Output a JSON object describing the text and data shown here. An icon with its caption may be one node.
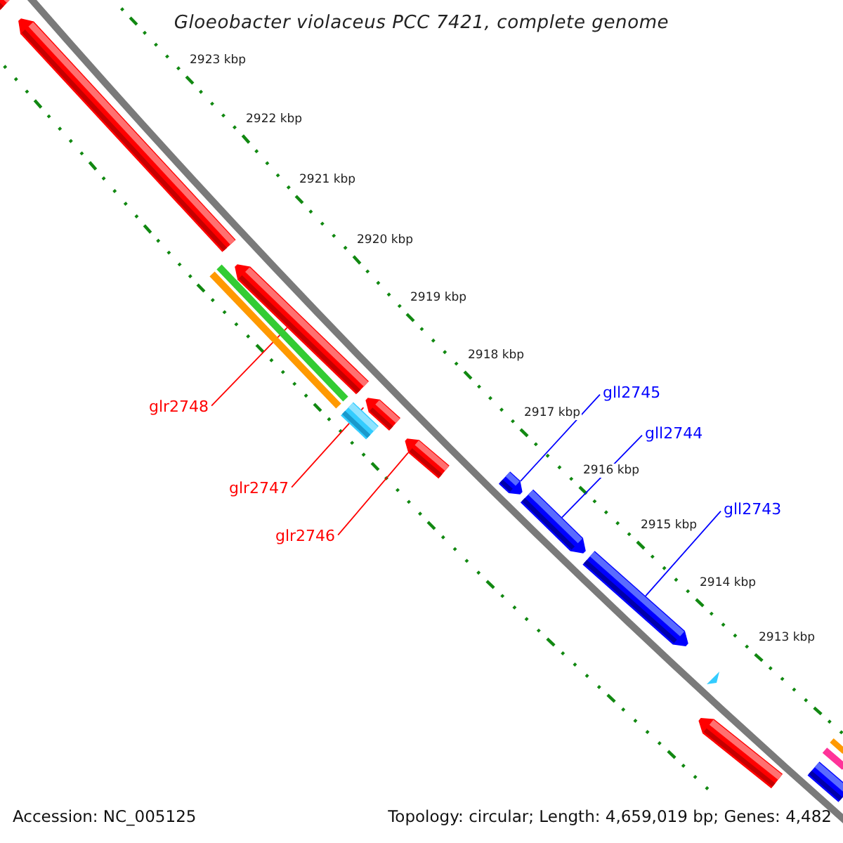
{
  "diagram": {
    "title": "Gloeobacter violaceus PCC 7421, complete genome",
    "nodes": [
      {
        "text": [
          "gll2745"
        ]
      },
      {
        "text": [
          "glr2748"
        ]
      },
      {
        "text": [
          "gll2744"
        ]
      },
      {
        "text": [
          "glr2747"
        ]
      },
      {
        "text": [
          "gll2743"
        ]
      },
      {
        "text": [
          "glr2746"
        ]
      },
      {
        "text": [],
        "shape": "bar"
      },
      {
        "text": [],
        "shape": "bar"
      },
      {
        "text": [],
        "shape": "bar"
      },
      {
        "text": [],
        "shape": "bar"
      },
      {
        "text": [],
        "shape": "bar"
      },
      {
        "text": [],
        "shape": "bar"
      },
      {
        "text": [],
        "shape": "bar"
      },
      {
        "text": [],
        "shape": "bar"
      },
      {
        "text": [],
        "shape": "bar"
      },
      {
        "text": [],
        "shape": "bar"
      },
      {
        "text": [],
        "shape": "bar"
      },
      {
        "text": [],
        "shape": "triangle"
      },
      {
        "text": [],
        "shape": "bar"
      },
      {
        "text": [],
        "shape": "bar"
      },
      {
        "text": [],
        "shape": "bar"
      },
      {
        "text": [],
        "shape": "bar"
      }
    ],
    "edges": [
      {
        "from": 0,
        "to": 14,
        "arrow": "none",
        "color": "#0000ff"
      },
      {
        "from": 1,
        "to": 8,
        "arrow": "none",
        "color": "#ff0000"
      },
      {
        "from": 2,
        "to": 15,
        "arrow": "none",
        "color": "#0000ff"
      },
      {
        "from": 3,
        "to": 11,
        "arrow": "none",
        "color": "#ff0000"
      },
      {
        "from": 4,
        "to": 16,
        "arrow": "none",
        "color": "#0000ff"
      },
      {
        "from": 5,
        "to": 13,
        "arrow": "none",
        "color": "#ff0000"
      }
    ],
    "labels": [
      "2923 kbp",
      "2922 kbp",
      "2921 kbp",
      "2920 kbp",
      "2919 kbp",
      "2918 kbp",
      "2917 kbp",
      "2916 kbp",
      "2915 kbp",
      "2914 kbp",
      "2913 kbp",
      "Accession: NC_005125",
      "Topology: circular; Length: 4,659,019 bp; Genes: 4,482"
    ]
  }
}
